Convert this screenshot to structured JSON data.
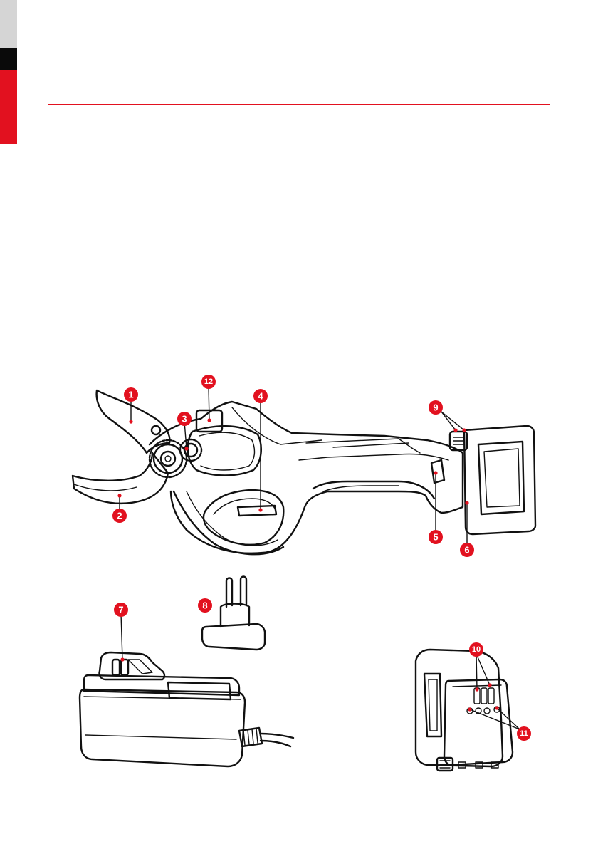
{
  "colors": {
    "accent": "#e2111f",
    "line": "#111111",
    "tab_grey": "#d5d5d5",
    "tab_black": "#0a0a0a"
  },
  "callouts": [
    {
      "id": "c1",
      "label": "1"
    },
    {
      "id": "c2",
      "label": "2"
    },
    {
      "id": "c3",
      "label": "3"
    },
    {
      "id": "c4",
      "label": "4"
    },
    {
      "id": "c5",
      "label": "5"
    },
    {
      "id": "c6",
      "label": "6"
    },
    {
      "id": "c7",
      "label": "7"
    },
    {
      "id": "c8",
      "label": "8"
    },
    {
      "id": "c9",
      "label": "9"
    },
    {
      "id": "c10",
      "label": "10"
    },
    {
      "id": "c11",
      "label": "11"
    },
    {
      "id": "c12",
      "label": "12"
    }
  ]
}
